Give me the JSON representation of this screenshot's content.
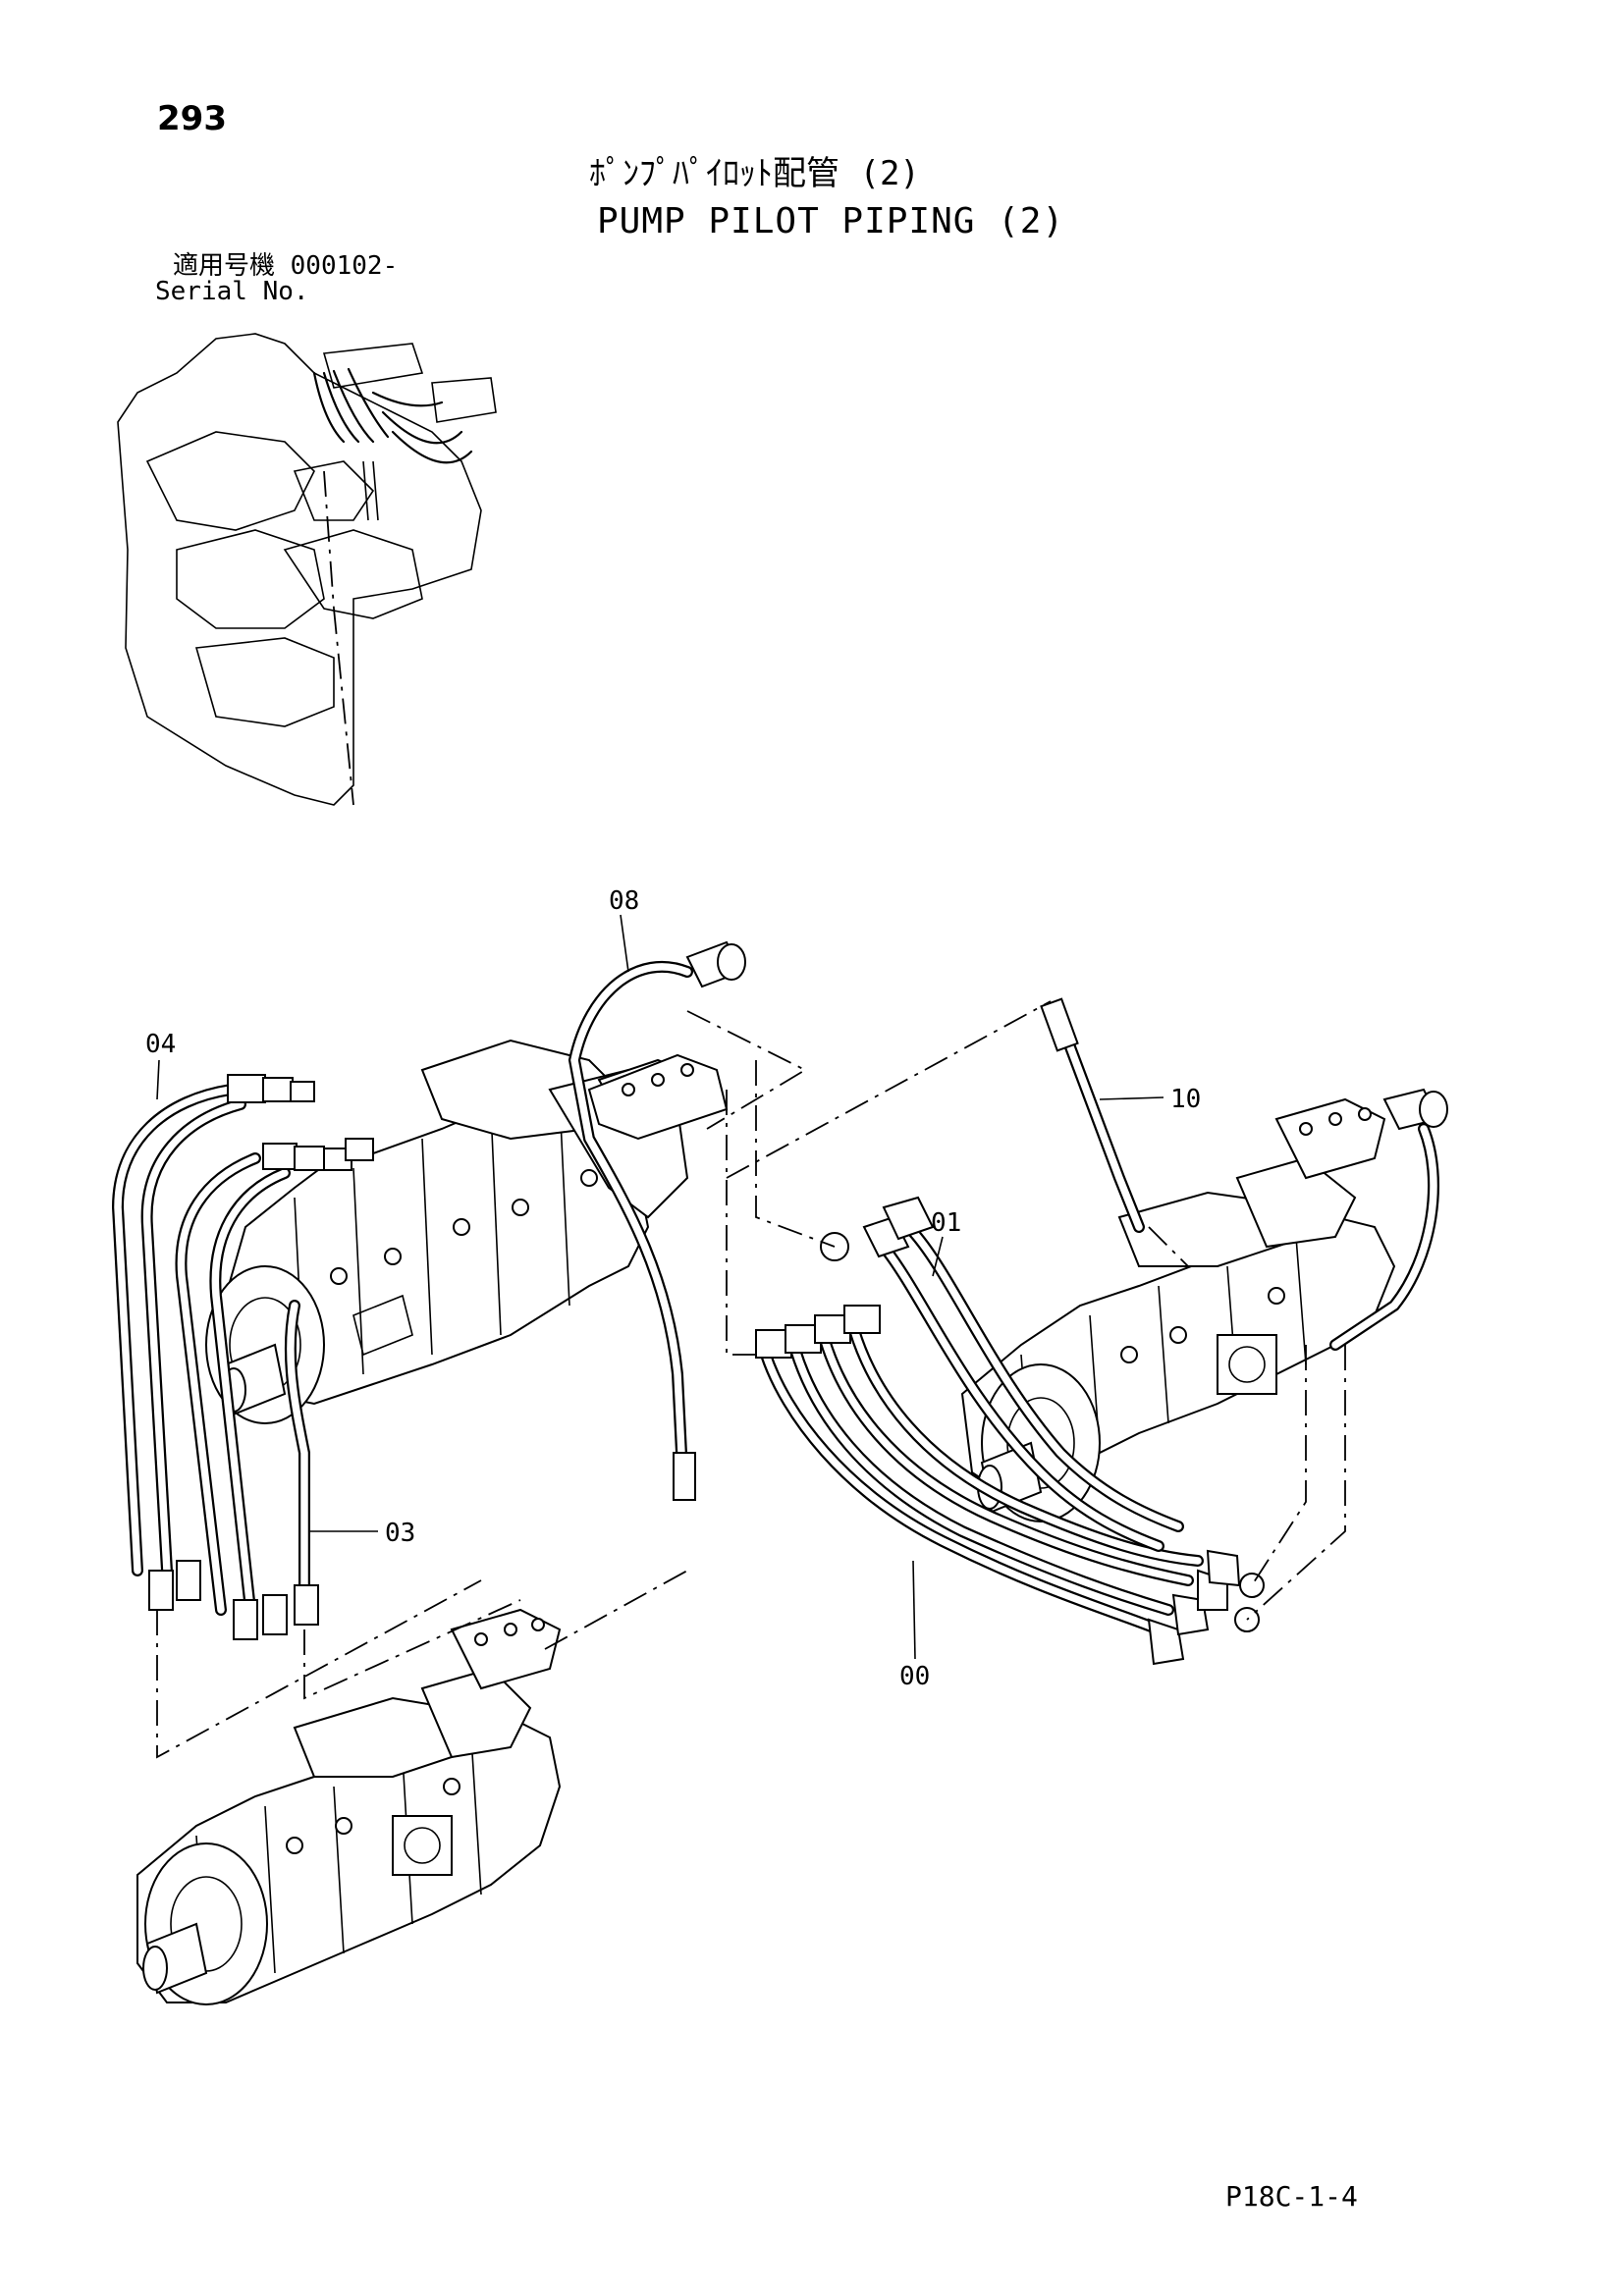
{
  "header": {
    "page_number": "293",
    "title_jp": "ﾎﾟﾝﾌﾟﾊﾟｲﾛｯﾄ配管 (2)",
    "title_en": "PUMP PILOT PIPING (2)",
    "serial_label_jp": "適用号機  000102-",
    "serial_label_en": "Serial No."
  },
  "callouts": {
    "c00": "00",
    "c01": "01",
    "c03": "03",
    "c04": "04",
    "c08": "08",
    "c10": "10"
  },
  "footer": {
    "doc_code": "P18C-1-4"
  }
}
